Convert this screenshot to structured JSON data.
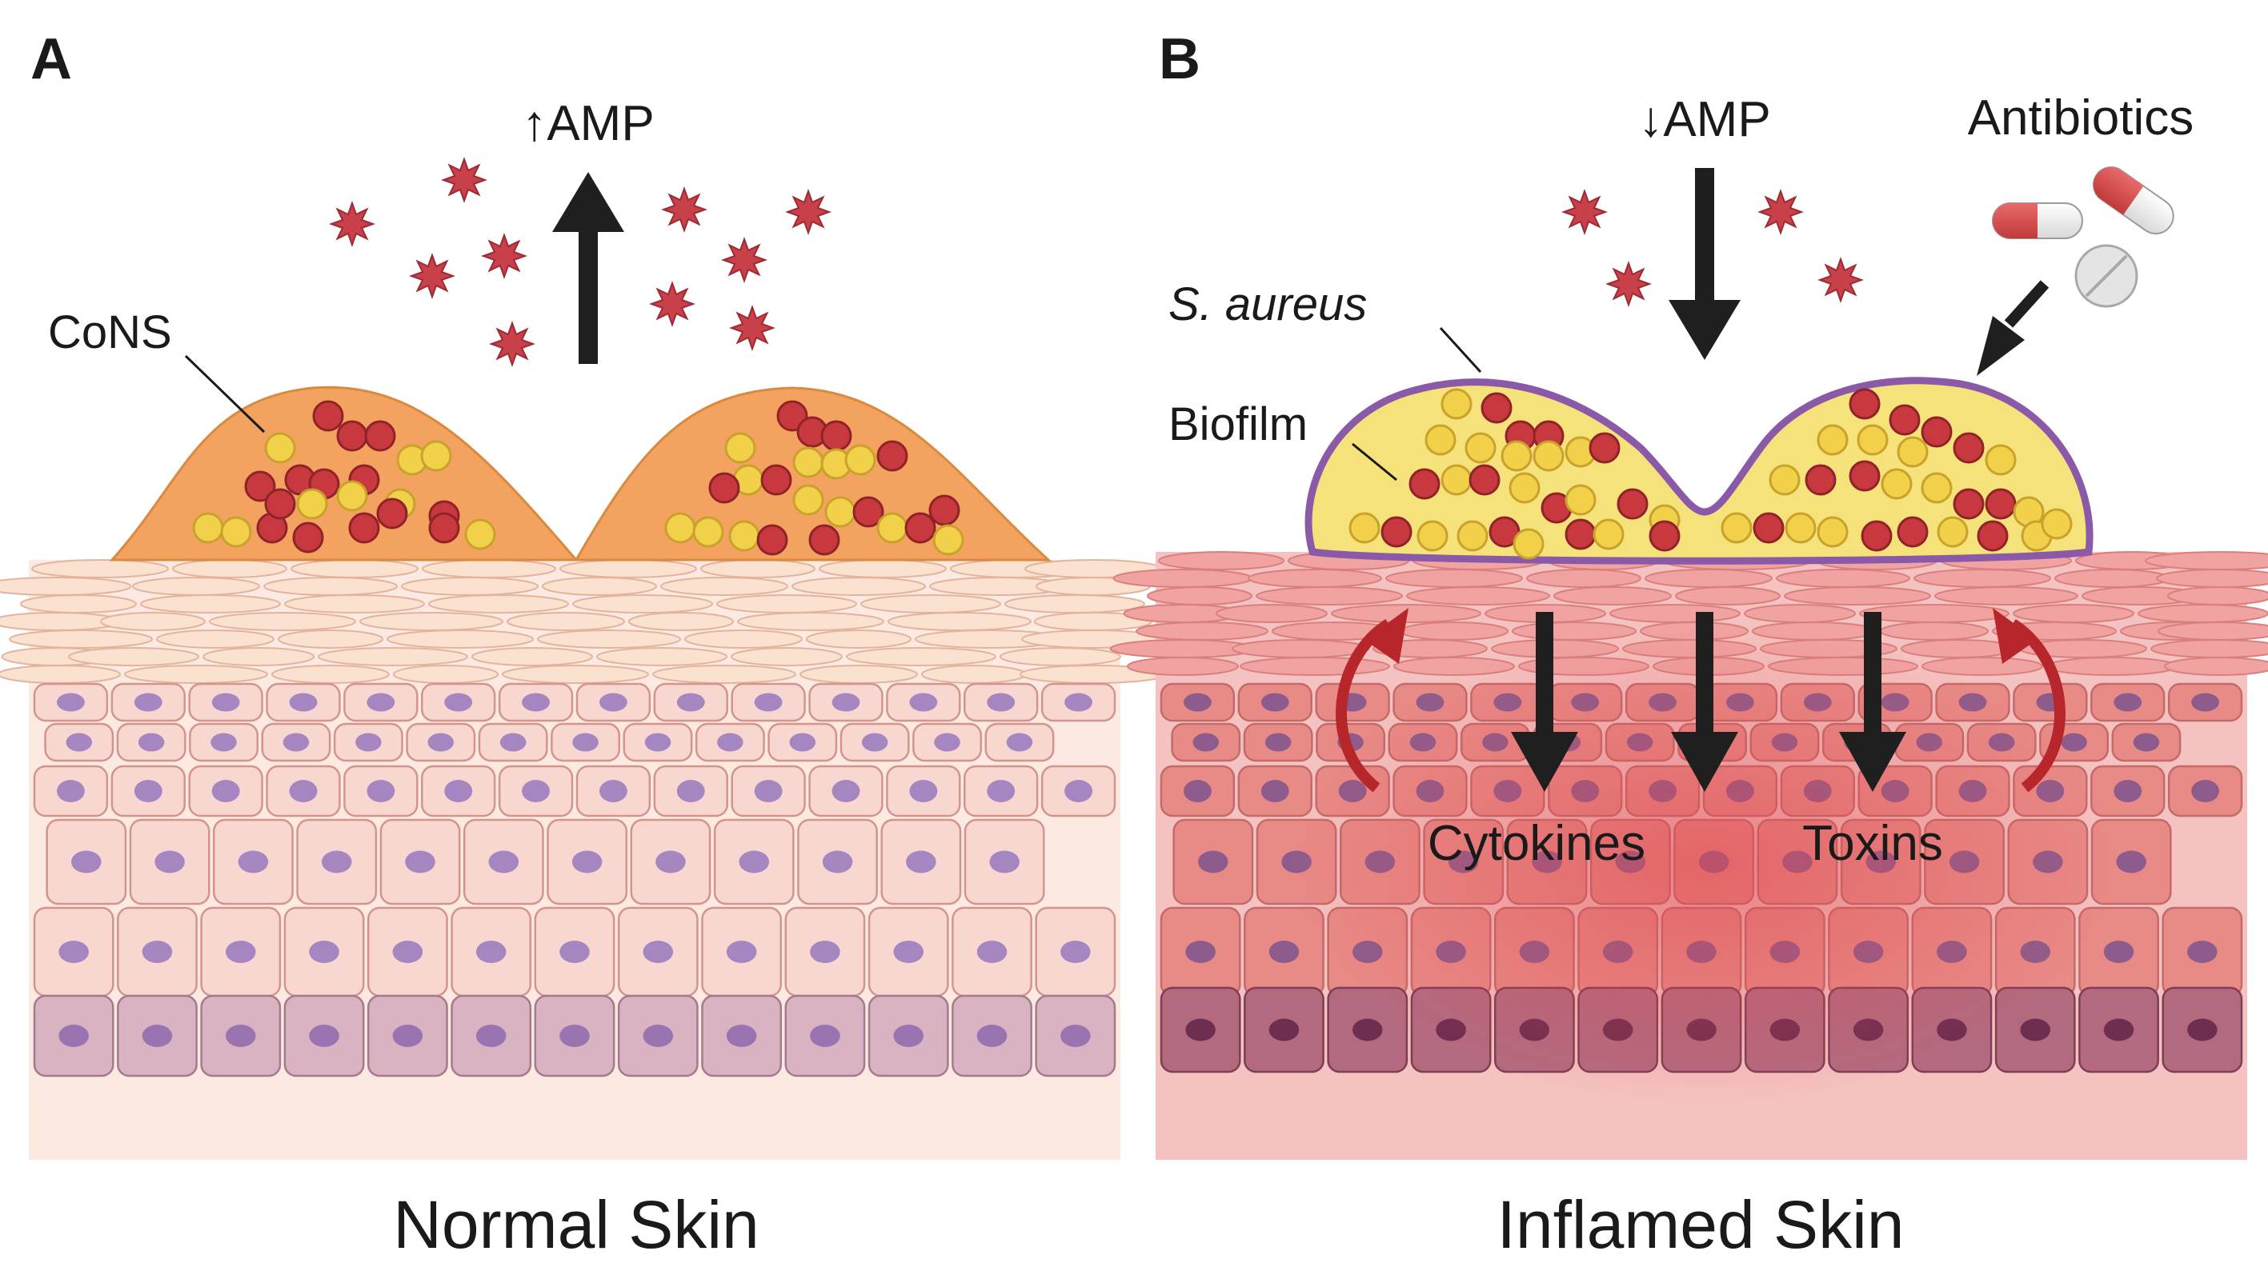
{
  "panel_a": {
    "letter": "A",
    "amp_label": "↑AMP",
    "bacteria_label": "CoNS",
    "caption": "Normal Skin"
  },
  "panel_b": {
    "letter": "B",
    "amp_label": "↓AMP",
    "antibiotics_label": "Antibiotics",
    "bacteria_label": "S. aureus",
    "biofilm_label": "Biofilm",
    "cytokines_label": "Cytokines",
    "toxins_label": "Toxins",
    "caption": "Inflamed Skin"
  },
  "colors": {
    "amp_star": "#c8414a",
    "bacteria_red": "#c8393f",
    "bacteria_yellow": "#f2d14a",
    "cons_colony": "#f3a35f",
    "biofilm": "#f6e27a",
    "biofilm_border": "#8a5aa8",
    "normal_cell": "#f7d7cf",
    "inflamed_cell": "#e88a86",
    "basal_normal": "#d9b3c2",
    "basal_inflamed": "#b36a7f",
    "nucleus": "#a686c0",
    "arrow": "#1f1f1f",
    "inflammation_arrow": "#b7262a"
  }
}
